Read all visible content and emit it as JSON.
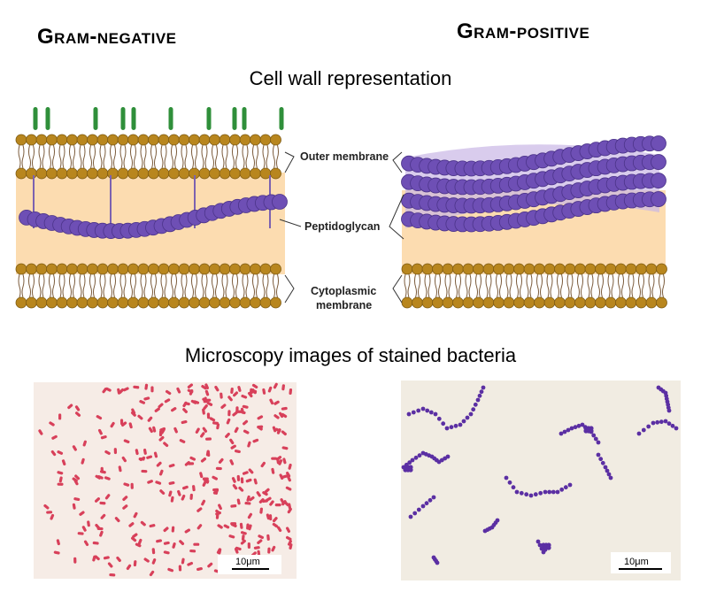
{
  "headings": {
    "gram_negative": "Gram-negative",
    "gram_positive": "Gram-positive"
  },
  "subtitles": {
    "cell_wall": "Cell wall representation",
    "microscopy": "Microscopy images of stained bacteria"
  },
  "labels": {
    "outer_membrane": "Outer membrane",
    "peptidoglycan": "Peptidoglycan",
    "cytoplasmic_line1": "Cytoplasmic",
    "cytoplasmic_line2": "membrane"
  },
  "scale_bars": {
    "left": "10μm",
    "right": "10μm"
  },
  "colors": {
    "periplasm": "#fcdcb0",
    "lipid_head": "#b8861e",
    "peptidoglycan": "#6e4fb5",
    "lps": "#2f8f3a",
    "gram_negative_cells": "#d8405a",
    "gram_positive_cells": "#5b2fa3",
    "micro_bg_left": "#f6ece6",
    "micro_bg_right": "#f1ece2"
  }
}
